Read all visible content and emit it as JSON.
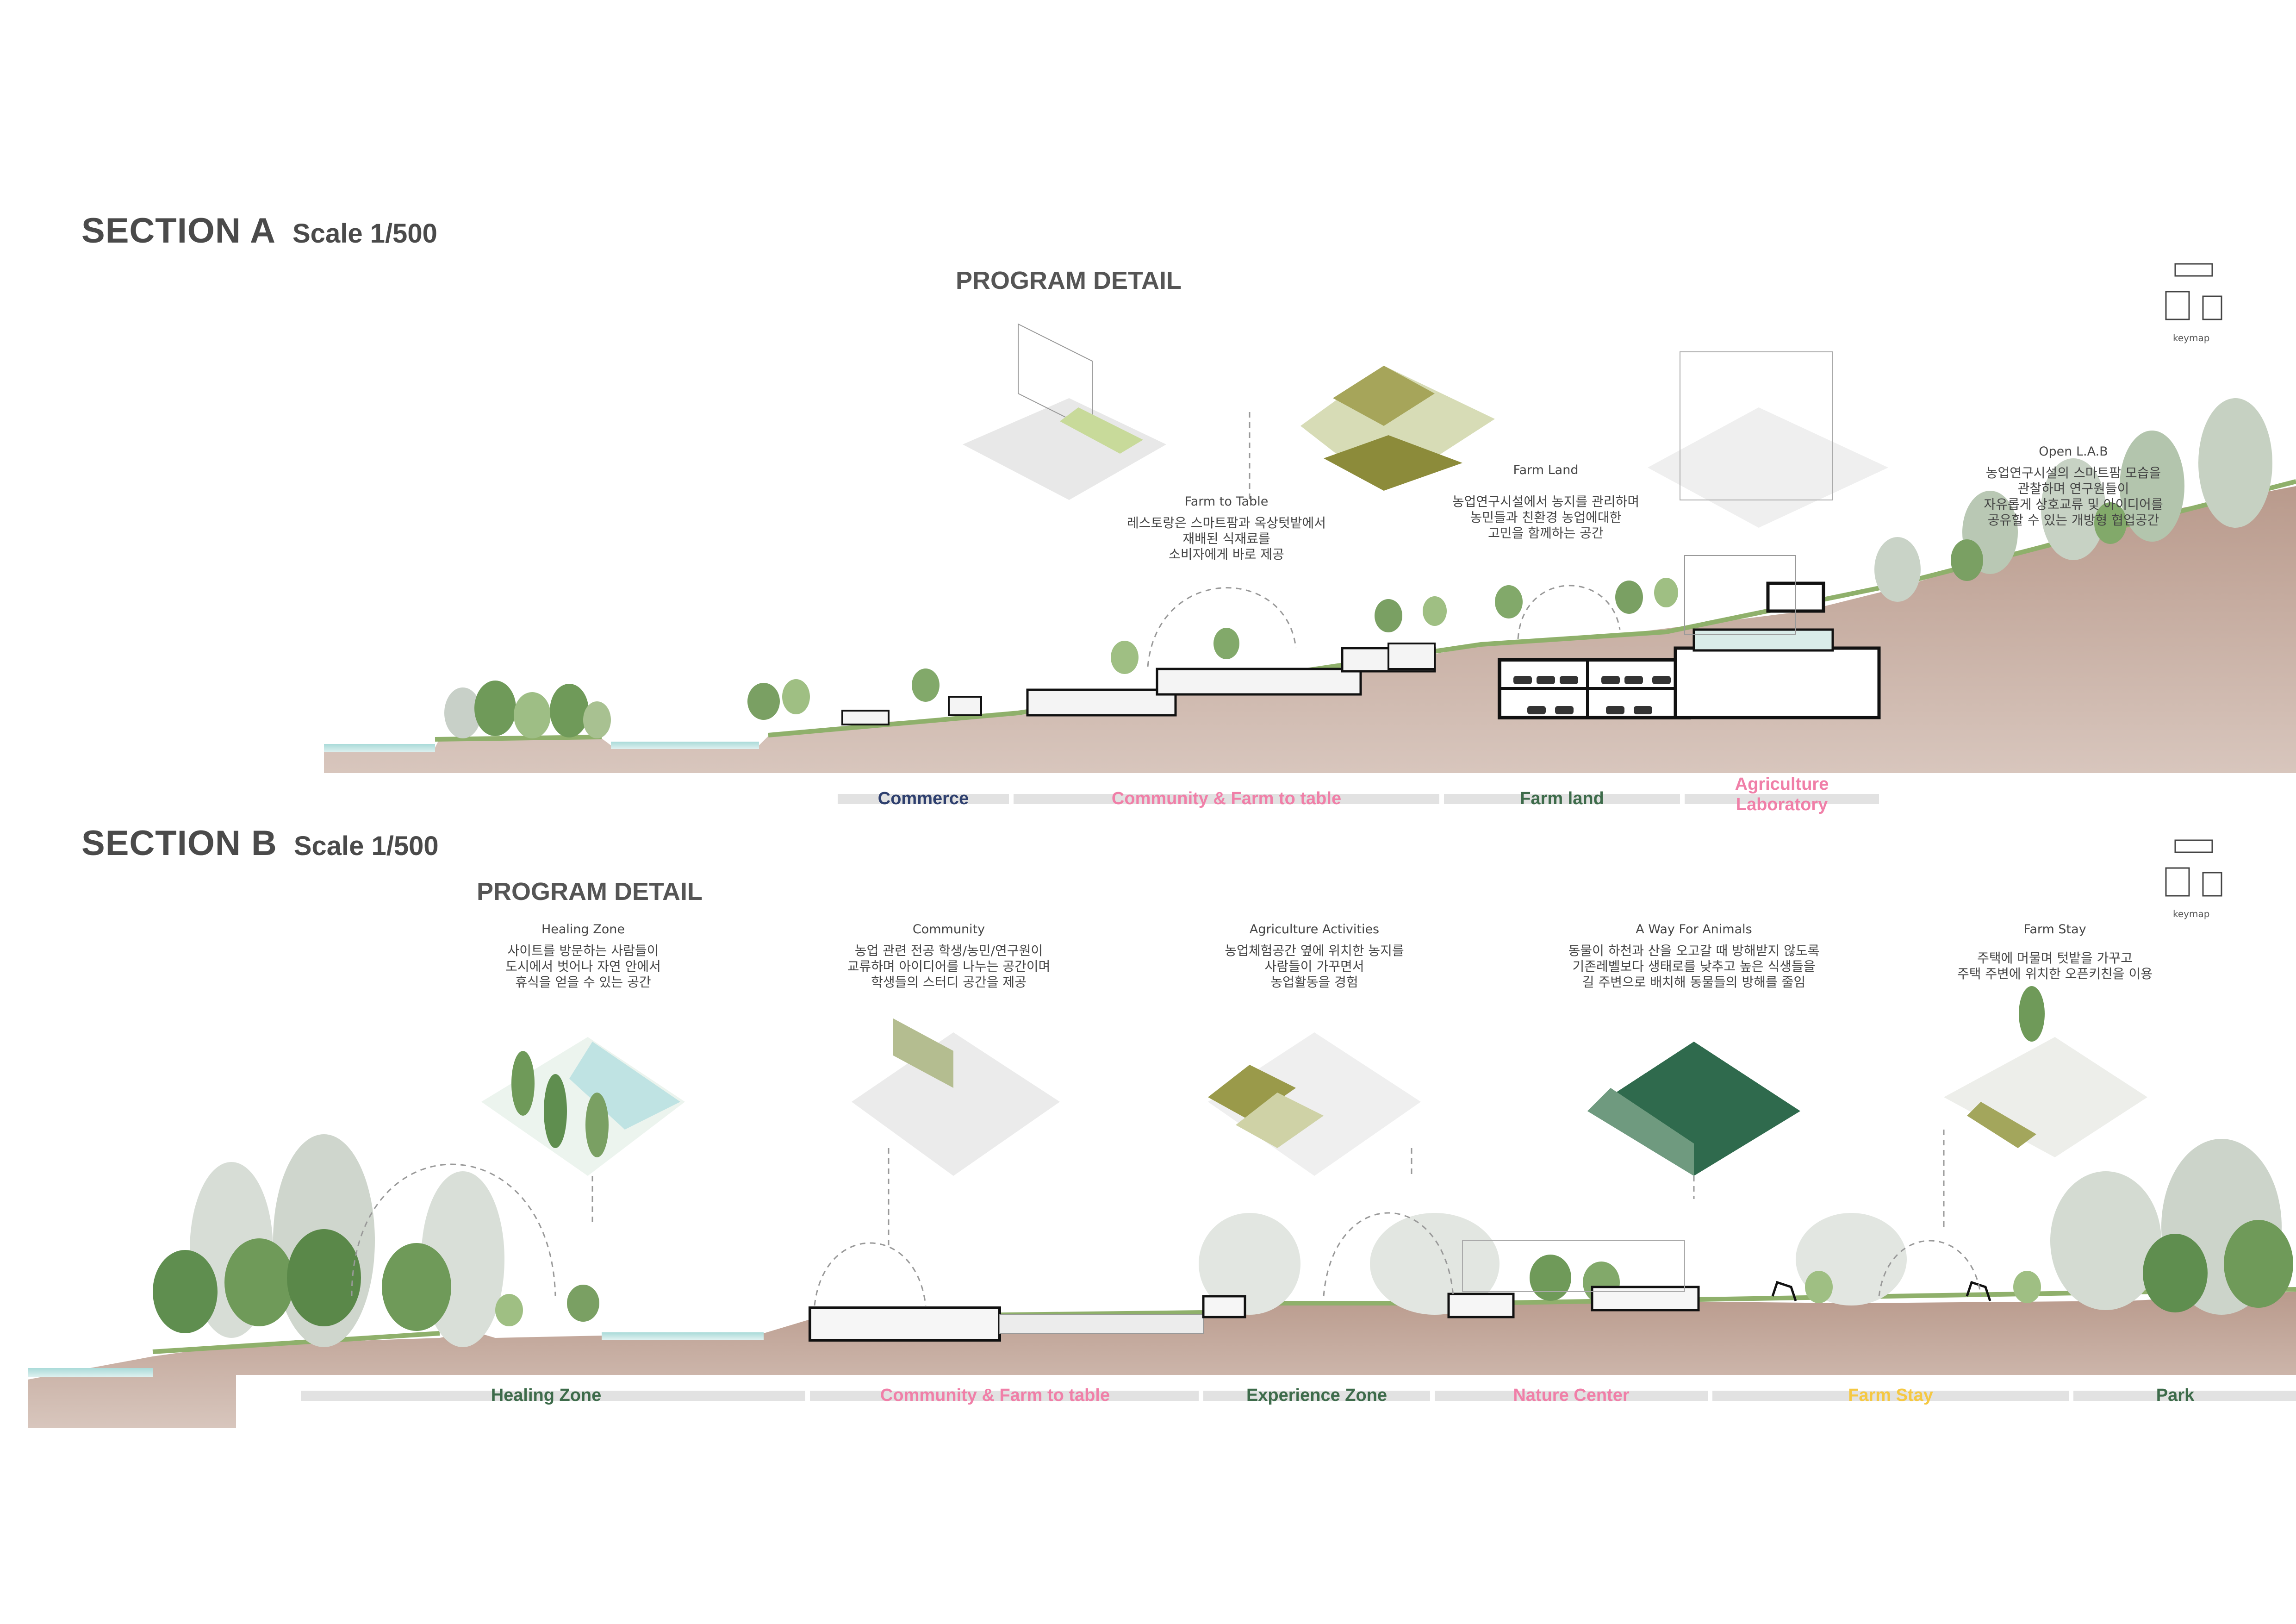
{
  "sectionA": {
    "title": "SECTION A",
    "scale": "Scale 1/500",
    "program_detail": "PROGRAM DETAIL",
    "keymap": "keymap",
    "notes": [
      {
        "heading": "Farm to Table",
        "lines": [
          "레스토랑은 스마트팜과 옥상텃밭에서",
          "재배된 식재료를",
          "소비자에게 바로 제공"
        ]
      },
      {
        "heading": "Farm Land",
        "lines": [
          "농업연구시설에서 농지를 관리하며",
          "농민들과 친환경 농업에대한",
          "고민을 함께하는 공간"
        ]
      },
      {
        "heading": "Open L.A.B",
        "lines": [
          "농업연구시설의 스마트팜 모습을",
          "관찰하며 연구원들이",
          "자유롭게 상호교류 및 아이디어를",
          "공유할 수 있는 개방형 협업공간"
        ]
      }
    ],
    "zones": [
      {
        "label": "Commerce",
        "color": "#2e3f6e"
      },
      {
        "label": "Community & Farm to table",
        "color": "#f07fa8"
      },
      {
        "label": "Farm land",
        "color": "#3d6b4a"
      },
      {
        "label": "Agriculture Laboratory",
        "color": "#f07fa8"
      }
    ]
  },
  "sectionB": {
    "title": "SECTION B",
    "scale": "Scale 1/500",
    "program_detail": "PROGRAM DETAIL",
    "keymap": "keymap",
    "notes": [
      {
        "heading": "Healing Zone",
        "lines": [
          "사이트를 방문하는 사람들이",
          "도시에서 벗어나 자연 안에서",
          "휴식을 얻을 수 있는 공간"
        ]
      },
      {
        "heading": "Community",
        "lines": [
          "농업 관련 전공 학생/농민/연구원이",
          "교류하며 아이디어를 나누는 공간이며",
          "학생들의 스터디 공간을 제공"
        ]
      },
      {
        "heading": "Agriculture Activities",
        "lines": [
          "농업체험공간 옆에 위치한 농지를",
          "사람들이 가꾸면서",
          "농업활동을 경험"
        ]
      },
      {
        "heading": "A Way For Animals",
        "lines": [
          "동물이 하천과 산을 오고갈 때 방해받지 않도록",
          "기존레벨보다 생태로를 낮추고 높은 식생들을",
          "길 주변으로 배치해 동물들의 방해를 줄임"
        ]
      },
      {
        "heading": "Farm Stay",
        "lines": [
          "주택에 머물며 텃밭을 가꾸고",
          "주택 주변에 위치한 오픈키친을 이용"
        ]
      }
    ],
    "zones": [
      {
        "label": "Healing Zone",
        "color": "#3d6b4a"
      },
      {
        "label": "Community & Farm to table",
        "color": "#f07fa8"
      },
      {
        "label": "Experience Zone",
        "color": "#3d6b4a"
      },
      {
        "label": "Nature Center",
        "color": "#f07fa8"
      },
      {
        "label": "Farm Stay",
        "color": "#f5c842"
      },
      {
        "label": "Park",
        "color": "#3d6b4a"
      }
    ]
  }
}
